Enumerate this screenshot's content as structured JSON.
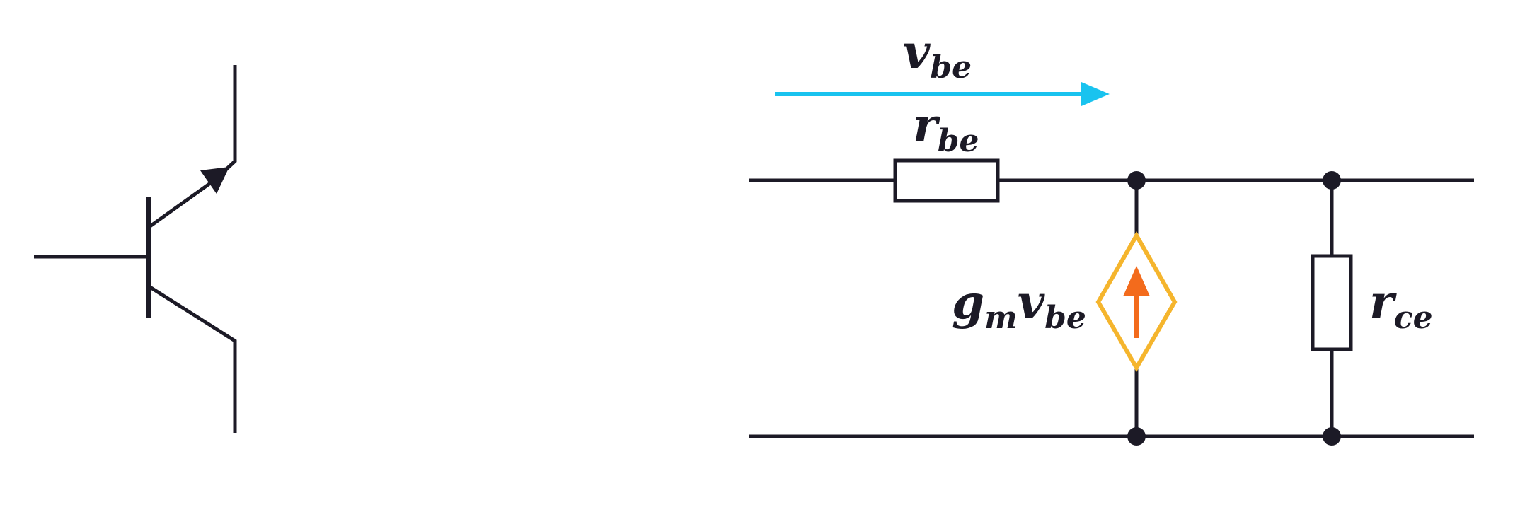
{
  "labels": {
    "v_be": {
      "main": "v",
      "sub": "be"
    },
    "r_be": {
      "main": "r",
      "sub": "be"
    },
    "gm_v_be": {
      "main1": "g",
      "sub1": "m",
      "main2": "v",
      "sub2": "be"
    },
    "r_ce": {
      "main": "r",
      "sub": "ce"
    }
  },
  "colors": {
    "wire": "#1c1a26",
    "voltage_arrow": "#19c3ef",
    "current_source": "#f5b52d",
    "current_arrow": "#f36b1c",
    "background": "#ffffff"
  }
}
